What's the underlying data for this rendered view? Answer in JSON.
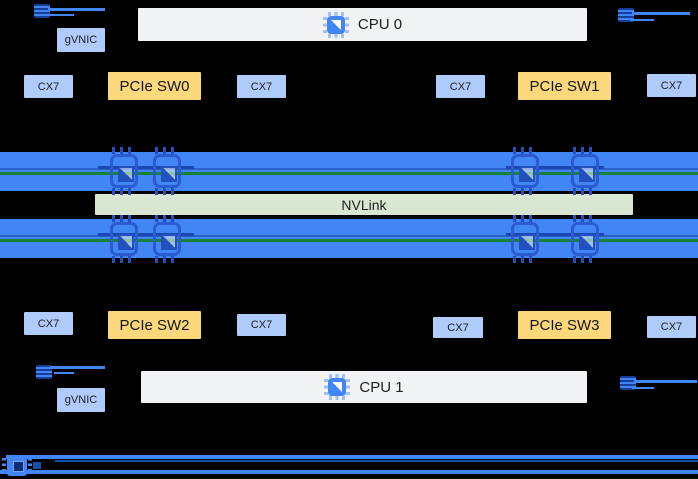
{
  "nodes": {
    "cpu0_label": "CPU 0",
    "cpu1_label": "CPU 1",
    "gvnic_top_label": "gVNIC",
    "gvnic_bottom_label": "gVNIC",
    "nvlink_label": "NVLink"
  },
  "top_row": [
    {
      "label": "CX7",
      "type": "nic"
    },
    {
      "label": "PCIe SW0",
      "type": "pcie-switch"
    },
    {
      "label": "CX7",
      "type": "nic"
    },
    {
      "label": "CX7",
      "type": "nic"
    },
    {
      "label": "PCIe SW1",
      "type": "pcie-switch"
    },
    {
      "label": "CX7",
      "type": "nic"
    }
  ],
  "bottom_row": [
    {
      "label": "CX7",
      "type": "nic"
    },
    {
      "label": "PCIe SW2",
      "type": "pcie-switch"
    },
    {
      "label": "CX7",
      "type": "nic"
    },
    {
      "label": "CX7",
      "type": "nic"
    },
    {
      "label": "PCIe SW3",
      "type": "pcie-switch"
    },
    {
      "label": "CX7",
      "type": "nic"
    }
  ],
  "icons": {
    "cpu_chip": "processor-chip-icon",
    "gpu_chip": "gpu-chip-icon",
    "network_link": "network-link-icon",
    "host_nic_chip": "host-nic-chip-icon"
  },
  "colors": {
    "background": "#000000",
    "gpu_band_blue": "#4285f4",
    "node_blue": "#aecbfa",
    "node_yellow": "#fbd87c",
    "cpu_gray": "#f1f3f4",
    "nvlink_bg_green": "#d9e7d2",
    "nvlink_line_green": "#188038",
    "navy_accent": "#174ea6"
  }
}
